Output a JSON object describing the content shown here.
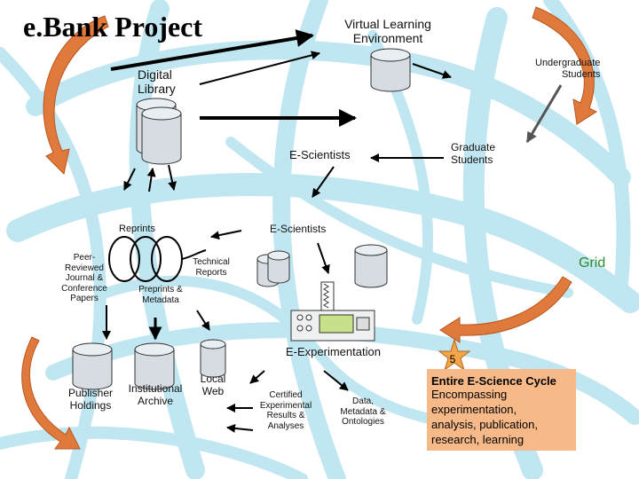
{
  "title": "e.Bank Project",
  "nodes": {
    "vle": "Virtual Learning\nEnvironment",
    "undergraduate": "Undergraduate\nStudents",
    "digital_library": "Digital\nLibrary",
    "graduate": "Graduate\nStudents",
    "escientists_top": "E-Scientists",
    "escientists_mid": "E-Scientists",
    "reprints": "Reprints",
    "peer_reviewed": "Peer-\nReviewed\nJournal &\nConference\nPapers",
    "technical_reports": "Technical\nReports",
    "preprints": "Preprints &\nMetadata",
    "grid": "Grid",
    "e_experimentation": "E-Experimentation",
    "publisher": "Publisher\nHoldings",
    "institutional": "Institutional\nArchive",
    "local_web": "Local\nWeb",
    "certified": "Certified\nExperimental\nResults &\nAnalyses",
    "data": "Data,\nMetadata &\nOntologies"
  },
  "star_number": "5",
  "cycle_box": {
    "heading": "Entire E-Science Cycle",
    "body": "Encompassing\nexperimentation,\nanalysis, publication,\nresearch, learning"
  },
  "colors": {
    "background_lines": "#bfe6f1",
    "orange_arrow": "#e07a3c",
    "cycle_box": "#f6b987",
    "grid_text": "#2e8b2e"
  }
}
